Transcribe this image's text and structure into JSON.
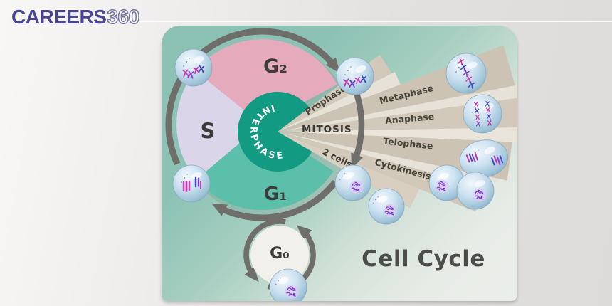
{
  "logo": {
    "part1": "CAREERS",
    "part2": "360"
  },
  "diagram": {
    "title": "Cell Cycle",
    "interphase_label": "INTERPHASE",
    "mitosis_label": "MITOSIS",
    "sectors": {
      "g2": "G₂",
      "s": "S",
      "g1": "G₁",
      "g0": "G₀"
    },
    "mitosis_phases": {
      "prophase": "Prophase",
      "metaphase": "Metaphase",
      "anaphase": "Anaphase",
      "telophase": "Telophase",
      "cytokinesis": "Cytokinesis"
    },
    "result_label": "2 cells",
    "colors": {
      "g2_pink": "#e5abbc",
      "s_lavender": "#dad5e8",
      "g1_teal": "#5cbfa9",
      "interphase_teal": "#139a82",
      "fan_beige_dark": "#cdc4b5",
      "fan_beige_light": "#e8e3d8",
      "arrow_gray": "#6f6e6a",
      "card_teal": "#8cc2b4",
      "g0_white": "#f2f0eb",
      "logo_purple": "#4a4691",
      "title_gray": "#4d4d4b"
    }
  }
}
